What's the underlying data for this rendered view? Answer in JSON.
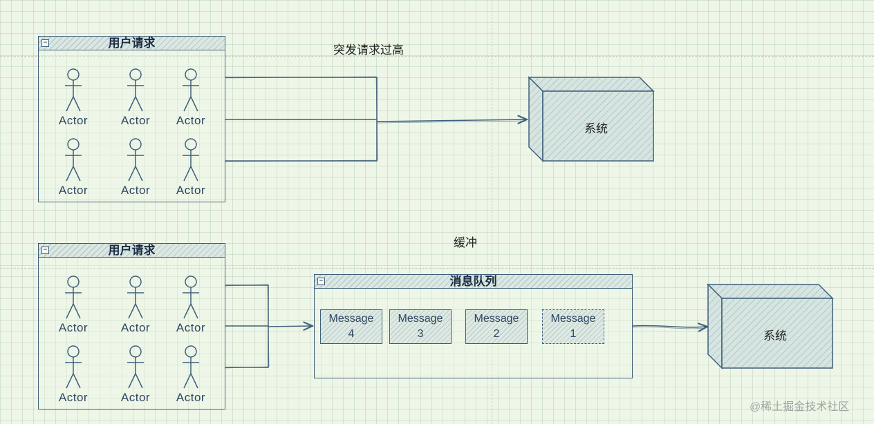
{
  "top_caption": "突发请求过高",
  "bottom_caption": "缓冲",
  "top_group": {
    "title": "用户请求",
    "actors": [
      "Actor",
      "Actor",
      "Actor",
      "Actor",
      "Actor",
      "Actor"
    ]
  },
  "bottom_group": {
    "title": "用户请求",
    "actors": [
      "Actor",
      "Actor",
      "Actor",
      "Actor",
      "Actor",
      "Actor"
    ]
  },
  "queue": {
    "title": "消息队列",
    "messages": [
      {
        "line1": "Message",
        "line2": "4"
      },
      {
        "line1": "Message",
        "line2": "3"
      },
      {
        "line1": "Message",
        "line2": "2"
      },
      {
        "line1": "Message",
        "line2": "1"
      }
    ]
  },
  "top_system": "系统",
  "bottom_system": "系统",
  "collapse_symbol": "−",
  "watermark": "@稀土掘金技术社区",
  "colors": {
    "stroke": "#3e5f7a",
    "background": "#eef6e8"
  }
}
